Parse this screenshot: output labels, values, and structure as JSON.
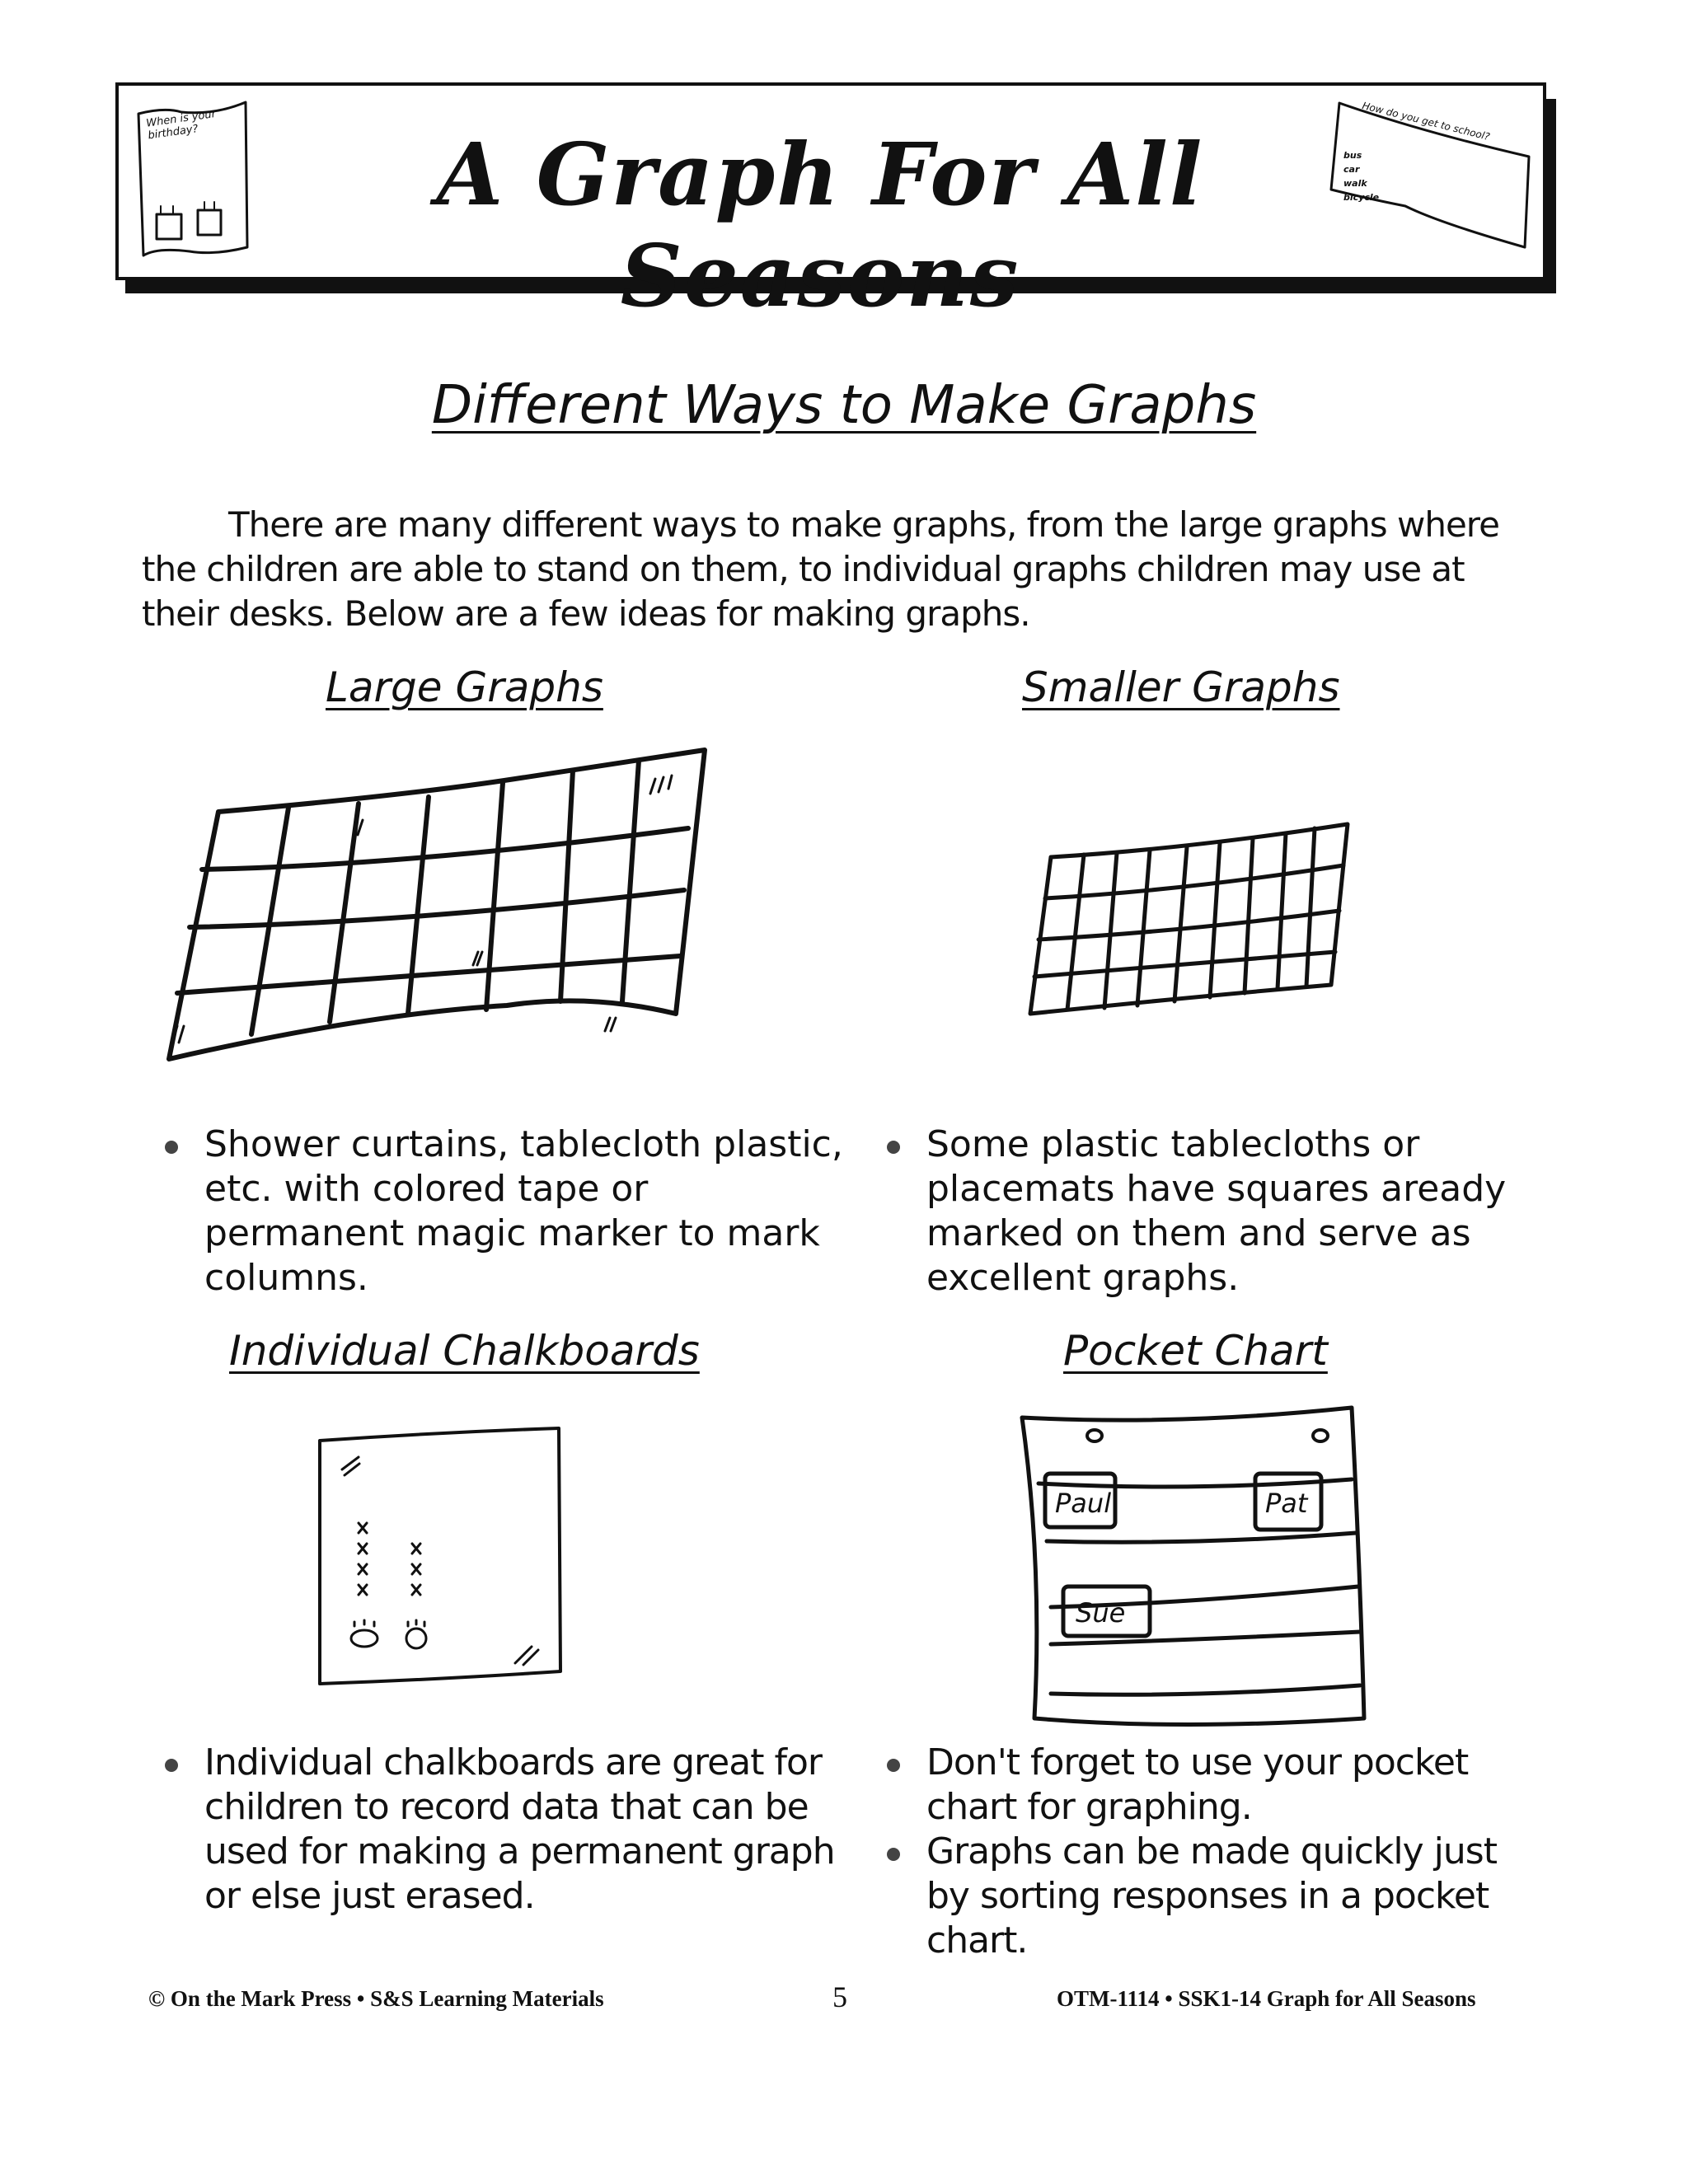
{
  "header": {
    "title": "A Graph For All Seasons",
    "left_note": "When is your birthday?",
    "right_note": {
      "question": "How do you get to school?",
      "rows": [
        "bus",
        "car",
        "walk",
        "bicycle"
      ]
    }
  },
  "title": "Different Ways to Make Graphs",
  "intro": "There are many different ways to make graphs, from the large graphs where the children are able to stand on them, to individual graphs children may use at their desks. Below are a few ideas for making graphs.",
  "sections": [
    {
      "heading": "Large Graphs",
      "bullets": [
        "Shower curtains, tablecloth plastic, etc. with colored tape or permanent magic marker to mark columns."
      ]
    },
    {
      "heading": "Smaller Graphs",
      "bullets": [
        "Some plastic tablecloths or placemats have squares aready marked on them and serve as excellent graphs."
      ]
    },
    {
      "heading": "Individual Chalkboards",
      "bullets": [
        "Individual chalkboards are great for children to record data that can be used for making a permanent graph or else just erased."
      ]
    },
    {
      "heading": "Pocket Chart",
      "bullets": [
        "Don't forget to use your pocket chart for graphing.",
        "Graphs can be made quickly just by sorting responses in a pocket chart."
      ],
      "cards": [
        "Paul",
        "Pat",
        "Sue"
      ]
    }
  ],
  "footer": {
    "left": "© On the Mark Press • S&S Learning Materials",
    "page": "5",
    "right": "OTM-1114 • SSK1-14 Graph for All Seasons"
  }
}
